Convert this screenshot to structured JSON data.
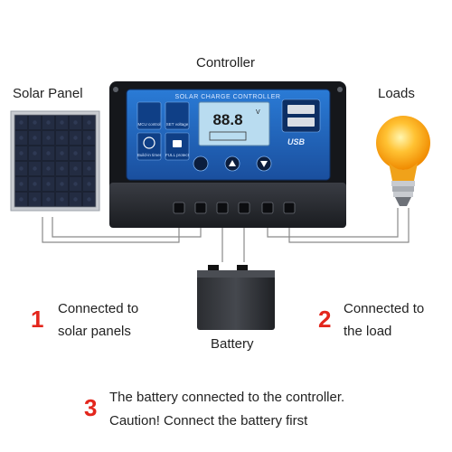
{
  "labels": {
    "controller": "Controller",
    "solar_panel": "Solar Panel",
    "loads": "Loads",
    "battery": "Battery"
  },
  "controller_device": {
    "header": "SOLAR CHARGE CONTROLLER",
    "display_value": "88.8",
    "display_unit": "V",
    "mcu_label": "MCU control",
    "set_label": "SET voltage",
    "timer_label": "Build-in timer",
    "protect_label": "FULL protect",
    "usb_label": "USB",
    "body_color": "#1f5fb8",
    "lcd_color": "#b9dcf0"
  },
  "steps": [
    {
      "number": "1",
      "line1": "Connected to",
      "line2": "solar panels"
    },
    {
      "number": "2",
      "line1": "Connected to",
      "line2": "the load"
    },
    {
      "number": "3",
      "line1": "The battery connected to the controller.",
      "line2": "Caution! Connect the battery first"
    }
  ],
  "colors": {
    "step_number": "#e3261c",
    "wire": "#8a8a8a"
  }
}
